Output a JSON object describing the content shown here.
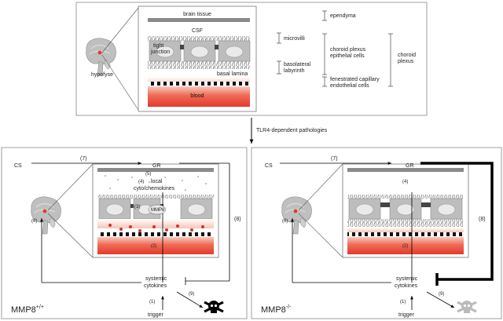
{
  "top": {
    "brain_tissue": "brain tissue",
    "csf": "CSF",
    "tight_junction": "tight\njunction",
    "basal_lamina": "basal lamina",
    "blood": "blood",
    "hypofyse": "hypofyse",
    "legend": {
      "ependyma": "ependyma",
      "microvilli": "microvilli",
      "basolateral_labyrinth": "basolateral\nlabyrinth",
      "choroid_plexus_epithelial": "choroid plexus\nepithelial cells",
      "fenestrated_capillary": "fenestrated capillary\nendothelial cells",
      "choroid_plexus": "choroid\nplexus"
    }
  },
  "transition_label": "TLR4-dependent pathologies",
  "left_panel": {
    "title": "MMP8",
    "title_sup": "+/+",
    "cs": "CS",
    "gr": "GR",
    "step7": "(7)",
    "step5": "(5)",
    "step4": "(4)",
    "local_cyto": "local\ncyto/chemokines",
    "step3": "(3)",
    "mmp8_label": "MMP8",
    "step6": "(6)",
    "step8": "(8)",
    "step2": "(2)",
    "systemic_cytokines": "systemic\ncytokines",
    "step1": "(1)",
    "trigger": "trigger",
    "step9": "(9)"
  },
  "right_panel": {
    "title": "MMP8",
    "title_sup": "-/-",
    "cs": "CS",
    "gr": "GR",
    "step7": "(7)",
    "step4": "(4)",
    "step6": "(6)",
    "step8": "(8)",
    "step2": "(2)",
    "systemic_cytokines": "systemic\ncytokines",
    "step1": "(1)",
    "trigger": "trigger",
    "step9": "(9)"
  },
  "colors": {
    "gray_cell": "#bdbdbd",
    "dark_gray": "#777777",
    "blood_red": "#e03a2a",
    "pink": "#f5c0b5",
    "skull_black": "#000000",
    "skull_gray": "#bbbbbb"
  }
}
